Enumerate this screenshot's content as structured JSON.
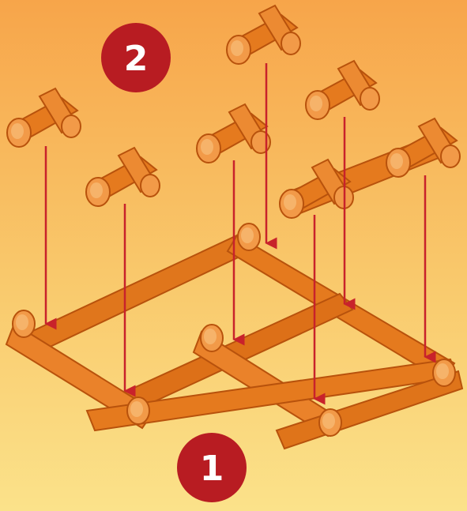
{
  "steps": [
    {
      "label": "1"
    },
    {
      "label": "2"
    }
  ],
  "colors": {
    "background_top": "#f7a54a",
    "background_bottom": "#fbe28a",
    "log_fill": "#e57a1e",
    "log_light": "#f4a24c",
    "log_dark": "#b8520c",
    "arrow": "#c8222b",
    "badge_fill": "#b81c22",
    "badge_text": "#ffffff"
  },
  "icons": {
    "arrow_head": "down-arrowhead",
    "connector": "cross-log-connector"
  }
}
